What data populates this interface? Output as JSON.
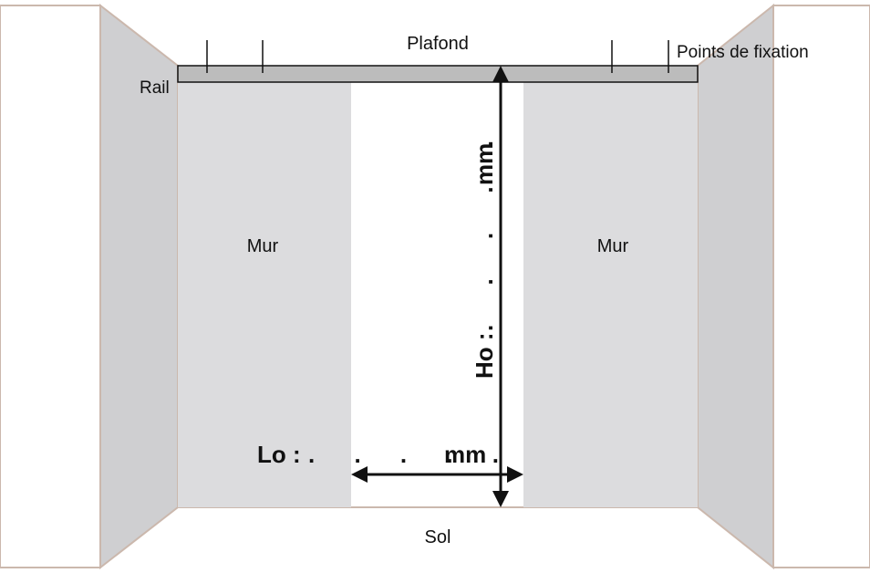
{
  "labels": {
    "ceiling": "Plafond",
    "fixing_points": "Points de fixation",
    "rail": "Rail",
    "wall_left": "Mur",
    "wall_right": "Mur",
    "floor": "Sol",
    "height_prefix": "Ho :",
    "height_dots": ". . . . .",
    "height_unit": "mm",
    "width_prefix": "Lo :",
    "width_dots": ". . . . .",
    "width_unit": "mm"
  },
  "colors": {
    "wall_fill": "#dcdcde",
    "side_fill": "#cfcfd1",
    "frame_stroke": "#cbb8ad",
    "rail_fill": "#bcbcbc",
    "line": "#111111"
  }
}
